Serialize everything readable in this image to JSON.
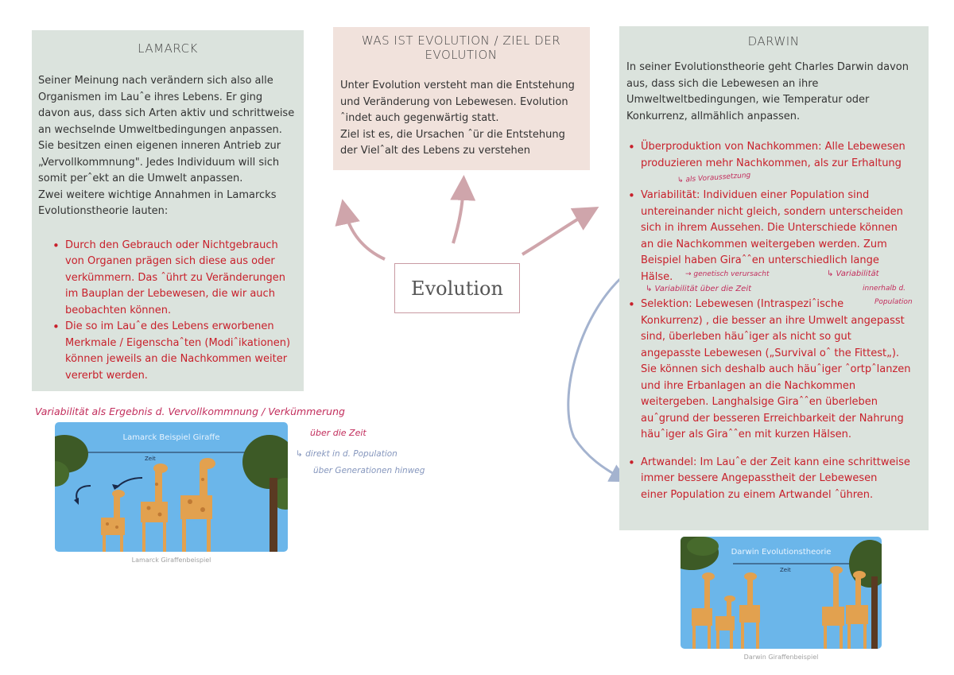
{
  "lamarck": {
    "title": "LAMARCK",
    "text_lines": [
      "Seiner Meinung nach verändern sich also alle",
      "Organismen im Lauˆe ihres Lebens. Er ging",
      "davon aus, dass sich Arten aktiv und schrittweise",
      "an wechselnde Umweltbedingungen anpassen.",
      "Sie besitzen einen eigenen inneren Antrieb zur",
      "„Vervollkommnung\". Jedes Individuum will sich",
      "somit perˆekt an die Umwelt anpassen.",
      "Zwei weitere wichtige Annahmen in Lamarcks",
      "Evolutionstheorie lauten:"
    ],
    "bullets": [
      {
        "lines": [
          "Durch den Gebrauch oder Nichtgebrauch",
          "von Organen prägen sich diese aus oder",
          "verkümmern. Das ˆührt zu Veränderungen",
          "im Bauplan der Lebewesen, die wir auch",
          "beobachten können."
        ]
      },
      {
        "lines": [
          "Die so im Lauˆe des Lebens erworbenen",
          "Merkmale / Eigenschaˆten (Modiˆikationen)",
          "können jeweils an die Nachkommen weiter",
          "vererbt werden."
        ]
      }
    ]
  },
  "evolution_def": {
    "title": "WAS IST EVOLUTION / ZIEL DER EVOLUTION",
    "text_lines": [
      "Unter Evolution versteht man die Entstehung",
      "und Veränderung von Lebewesen. Evolution",
      "ˆindet auch gegenwärtig statt.",
      "Ziel ist es, die Ursachen ˆür die Entstehung",
      "der Vielˆalt des Lebens zu verstehen"
    ]
  },
  "center": {
    "label": "Evolution"
  },
  "darwin": {
    "title": "DARWIN",
    "text_lines": [
      "In seiner Evolutionstheorie geht Charles Darwin davon",
      "aus, dass sich die Lebewesen an ihre",
      "Umweltweltbedingungen, wie Temperatur oder",
      "Konkurrenz, allmählich anpassen."
    ],
    "bullets": [
      {
        "lines": [
          "Überproduktion von Nachkommen: Alle Lebewesen",
          "produzieren mehr Nachkommen, als zur Erhaltung"
        ]
      },
      {
        "lines": [
          "Variabilität: Individuen einer Population sind",
          "untereinander nicht gleich, sondern unterscheiden",
          "sich in ihrem Aussehen. Die Unterschiede können",
          "an die Nachkommen weitergeben werden. Zum",
          "Beispiel haben Giraˆˆen unterschiedlich lange",
          "Hälse."
        ]
      },
      {
        "lines": [
          "Selektion: Lebewesen (Intraspeziˆische",
          "Konkurrenz) , die besser an ihre Umwelt angepasst",
          "sind, überleben häuˆiger als nicht so gut",
          "angepasste Lebewesen („Survival oˆ the Fittest„).",
          "Sie können sich deshalb auch häuˆiger ˆortpˆlanzen",
          "und ihre Erbanlagen an die Nachkommen",
          "weitergeben. Langhalsige Giraˆˆen überleben",
          "auˆgrund der besseren Erreichbarkeit der Nahrung",
          "häuˆiger als Giraˆˆen mit kurzen Hälsen."
        ]
      },
      {
        "lines": [
          "Artwandel: Im Lauˆe der Zeit kann eine schrittweise",
          "immer bessere Angepasstheit der Lebewesen",
          "einer Population zu einem Artwandel ˆühren."
        ]
      }
    ]
  },
  "handwritten_notes": {
    "als_voraussetzung": "↳ als Voraussetzung",
    "genetisch_verursacht": "→ genetisch verursacht",
    "variabilitaet_innerhalb": "↳ Variabilität",
    "innerhalb_population_1": "innerhalb d.",
    "innerhalb_population_2": "Population",
    "variabilitaet_zeit": "↳ Variabilität über die Zeit",
    "lamarck_note_1": "Variabilität als Ergebnis d. Vervollkommnung / Verkümmerung",
    "lamarck_note_2": "über die Zeit",
    "lamarck_note_3": "↳ direkt in d. Population",
    "lamarck_note_4": "über Generationen hinweg"
  },
  "images": {
    "lamarck": {
      "title": "Lamarck Beispiel Giraffe",
      "zeit": "Zeit",
      "caption": "Lamarck Giraffenbeispiel"
    },
    "darwin": {
      "title": "Darwin Evolutionstheorie",
      "zeit": "Zeit",
      "caption": "Darwin Giraffenbeispiel"
    }
  },
  "colors": {
    "panel_green": "#dbe3dd",
    "panel_pink": "#f1e2dc",
    "red_text": "#c8202b",
    "handwriting_pink": "#c22d5c",
    "handwriting_blue": "#8596bd",
    "arrow_pink": "#cfa5ab",
    "arrow_blue": "#a4b3cf",
    "sky_blue": "#6bb6ea"
  }
}
